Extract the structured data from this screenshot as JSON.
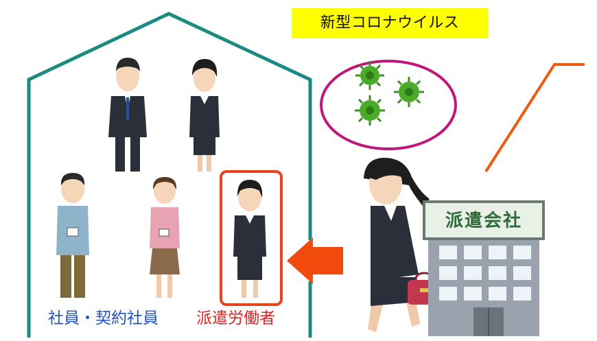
{
  "virus_label": "新型コロナウイルス",
  "captions": {
    "employees": "社員・契約社員",
    "dispatch_workers": "派遣労働者"
  },
  "company_sign": "派遣会社",
  "colors": {
    "house_outline": "#1b8a82",
    "virus_circle": "#c0167a",
    "virus_label_bg": "#ffff00",
    "highlight_box": "#e8431c",
    "arrow": "#f04a0c",
    "employee_caption": "#1e50c8",
    "dispatch_caption": "#e02222",
    "virus_green": "#4caa2a",
    "speech_line": "#f05a10"
  },
  "icons": {
    "virus": "coronavirus-icon",
    "company_building": "office-building-icon",
    "arrow": "left-arrow-icon"
  }
}
